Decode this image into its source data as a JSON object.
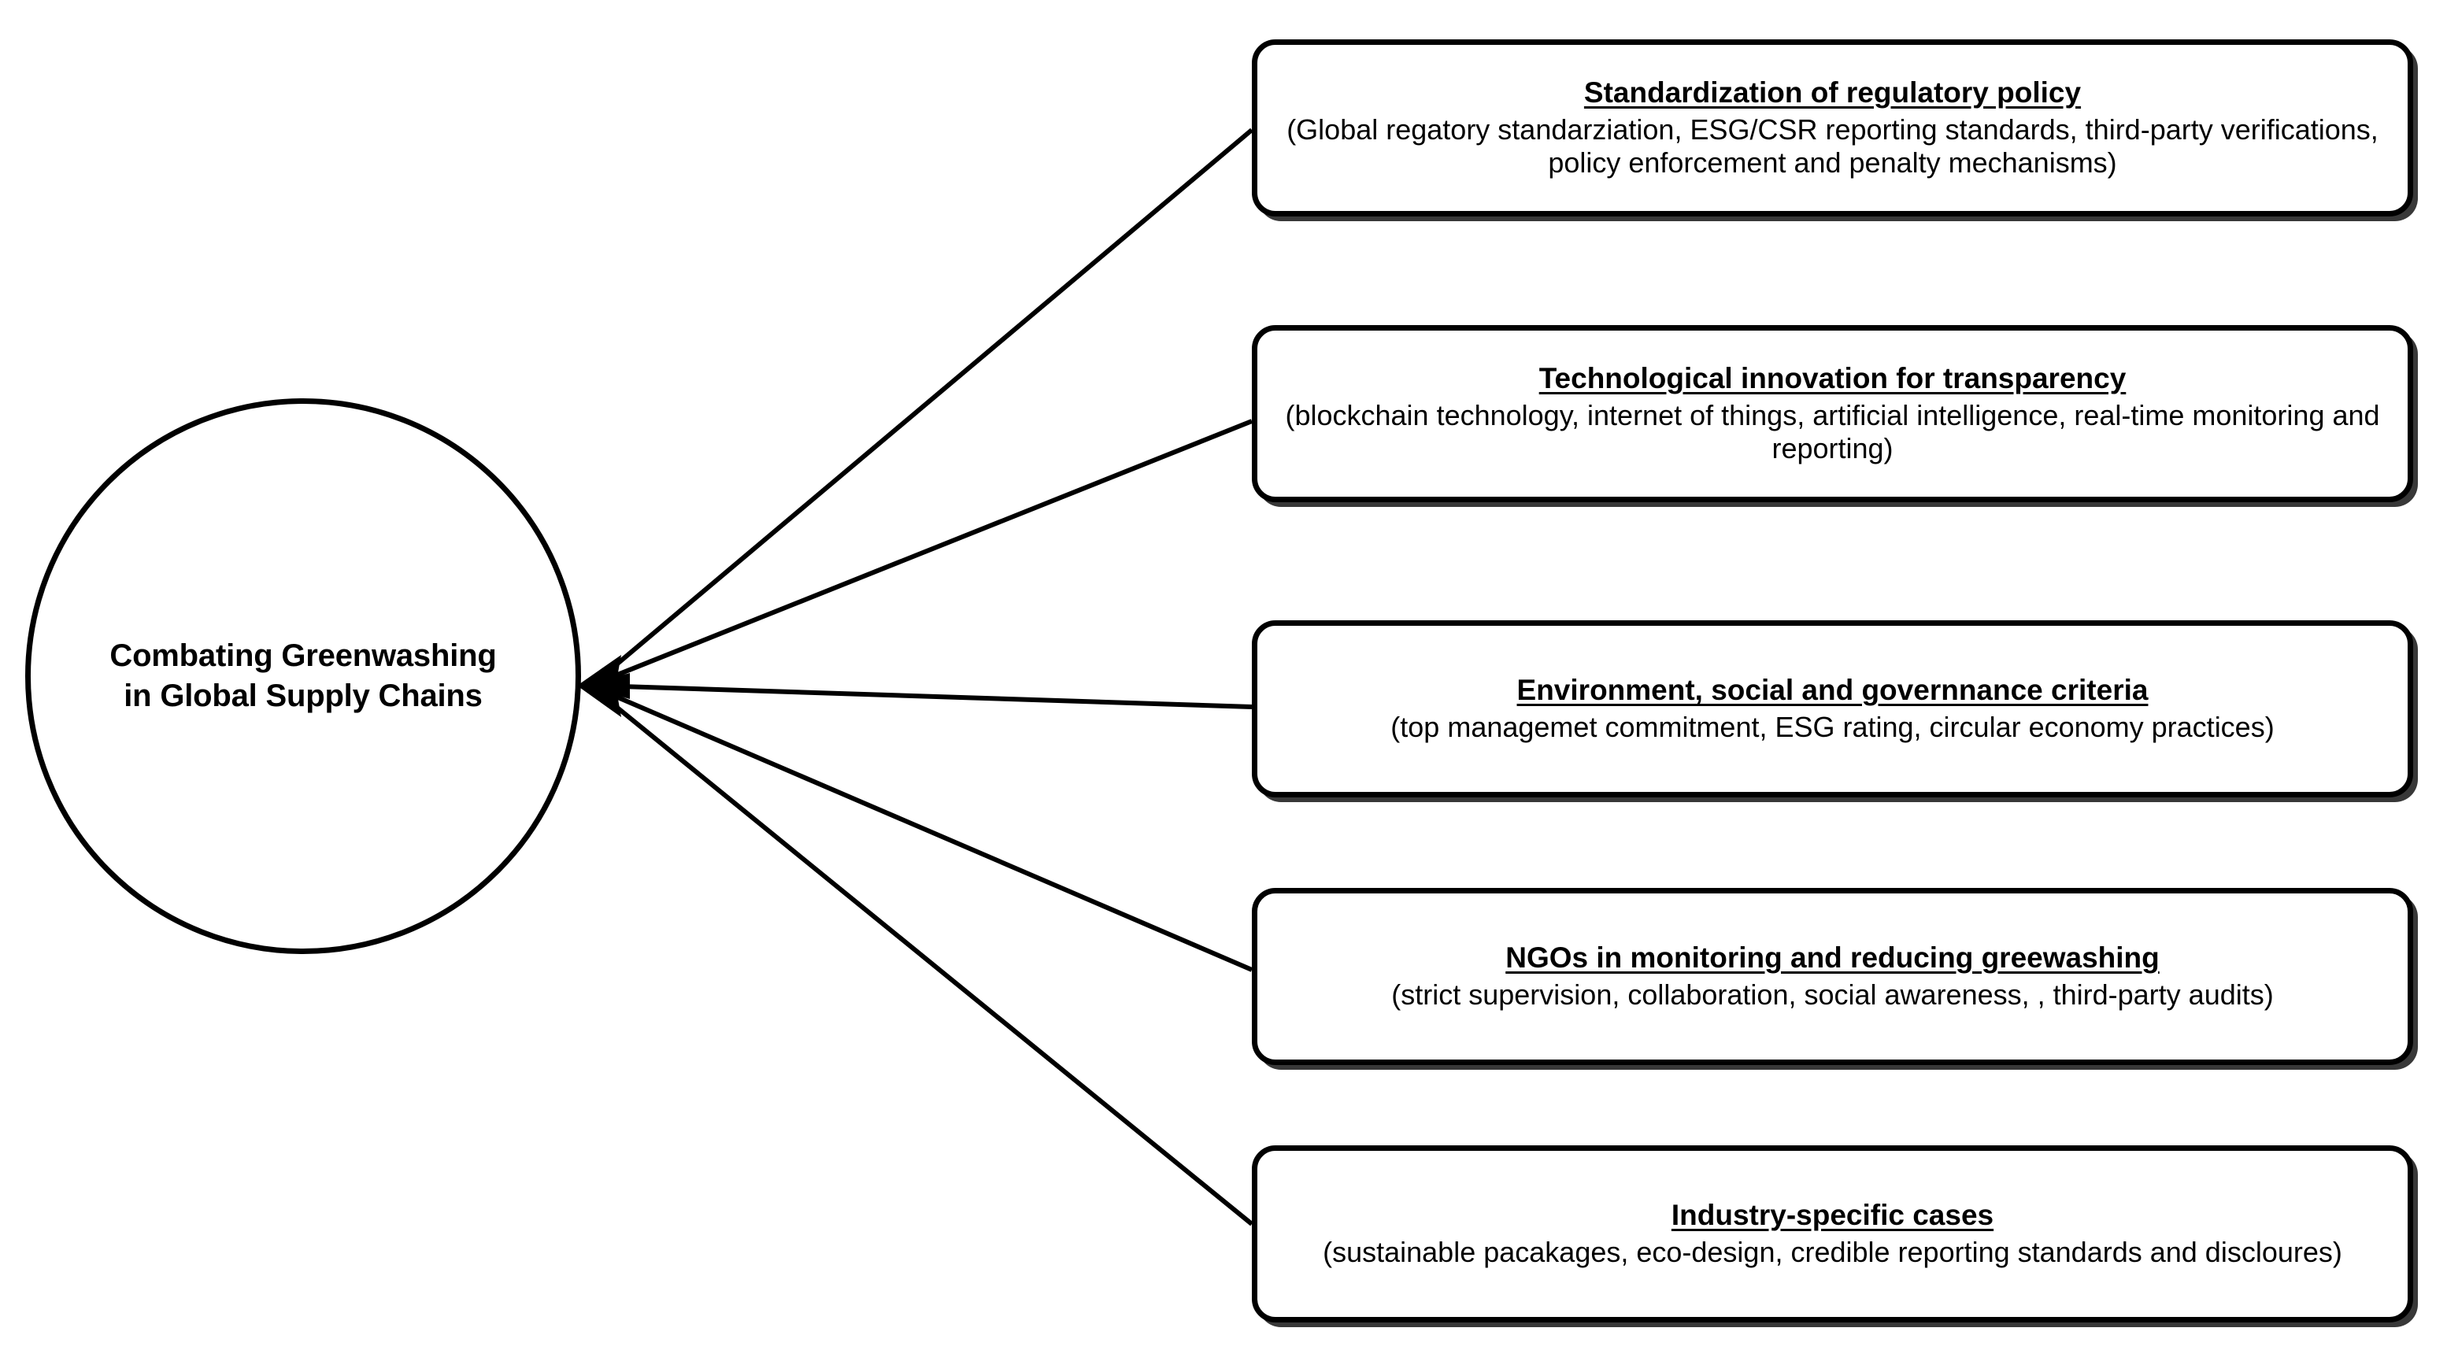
{
  "diagram": {
    "type": "radial-convergence",
    "center": {
      "name": "combating-greenwashing",
      "label_line_1": "Combating Greenwashing",
      "label_line_2": "in Global Supply Chains",
      "shape": "circle",
      "stroke_color": "#000000",
      "fill_color": "#ffffff"
    },
    "arrow_direction": "boxes-point-to-center",
    "nodes": [
      {
        "id": "standardization-of-regulatory-policy",
        "title": "Standardization of regulatory policy",
        "detail": "(Global regatory standarziation, ESG/CSR reporting standards, third-party verifications, policy enforcement and penalty mechanisms)"
      },
      {
        "id": "technological-innovation-for-transparency",
        "title": "Technological innovation for transparency",
        "detail": "(blockchain technology, internet of things, artificial intelligence, real-time monitoring and reporting)"
      },
      {
        "id": "environment-social-and-governnance-criteria",
        "title": "Environment, social and governnance criteria",
        "detail": "(top managemet commitment, ESG rating, circular economy practices)"
      },
      {
        "id": "ngos-in-monitoring-and-reducing-greewashing",
        "title": "NGOs in monitoring and reducing greewashing",
        "detail": "(strict supervision, collaboration, social awareness, , third-party audits)"
      },
      {
        "id": "industry-specific-cases",
        "title": "Industry-specific cases",
        "detail": "(sustainable pacakages, eco-design, credible reporting standards and discloures)"
      }
    ],
    "colors": {
      "stroke": "#000000",
      "background": "#ffffff",
      "text": "#000000"
    }
  }
}
